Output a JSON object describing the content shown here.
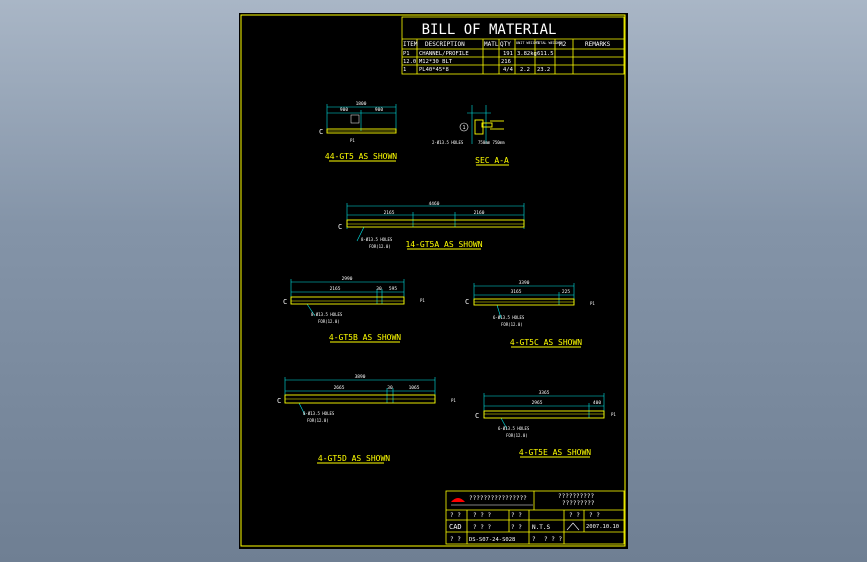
{
  "bom": {
    "title": "BILL OF MATERIAL",
    "headers": [
      "ITEM",
      "DESCRIPTION",
      "MATL",
      "QTY",
      "UNIT WEIGHT",
      "TOTAL WEIGHT",
      "M2",
      "REMARKS"
    ],
    "rows": [
      [
        "P1",
        "CHANNEL/PROFILE",
        "",
        "191",
        "3.82kg",
        "611.5",
        ""
      ],
      [
        "12.0",
        "M12*30 BLT",
        "",
        "216",
        "",
        "",
        ""
      ],
      [
        "1",
        "PL40*45*8",
        "",
        "4/4",
        "2.2",
        "23.2",
        ""
      ]
    ]
  },
  "views": {
    "gt5": {
      "caption": "44-GT5 AS SHOWN",
      "dim_total": "1800",
      "dim_a": "900",
      "dim_b": "900",
      "mark": "C",
      "tag": "P1"
    },
    "section": {
      "caption": "SEC A-A",
      "holes": "2-Ø13.5 HOLES",
      "spacing": "750mm 750mm",
      "mark": "1"
    },
    "gt5a": {
      "caption": "14-GT5A AS SHOWN",
      "dim_total": "4460",
      "dim_a": "2165",
      "dim_b": "2160",
      "mark": "C",
      "holes": "8-Ø13.5 HOLES",
      "holes_note": "FOR(12.0)"
    },
    "gt5b": {
      "caption": "4-GT5B AS SHOWN",
      "dim_total": "2990",
      "dim_a": "2165",
      "dim_b": "30",
      "dim_c": "595",
      "mark": "C",
      "holes": "8-Ø13.5 HOLES",
      "holes_note": "FOR(12.0)",
      "end": "P1"
    },
    "gt5c": {
      "caption": "4-GT5C AS SHOWN",
      "dim_total": "3390",
      "dim_a": "3165",
      "dim_b": "225",
      "mark": "C",
      "holes": "6-Ø13.5 HOLES",
      "holes_note": "FOR(12.0)",
      "end": "P1"
    },
    "gt5d": {
      "caption": "4-GT5D AS SHOWN",
      "dim_total": "3890",
      "dim_a": "2665",
      "dim_b": "30",
      "dim_c": "1065",
      "mark": "C",
      "holes": "8-Ø13.5 HOLES",
      "holes_note": "FOR(12.0)",
      "end": "P1"
    },
    "gt5e": {
      "caption": "4-GT5E AS SHOWN",
      "dim_total": "3365",
      "dim_a": "2965",
      "dim_b": "400",
      "mark": "C",
      "holes": "6-Ø13.5 HOLES",
      "holes_note": "FOR(12.0)",
      "end": "P1"
    }
  },
  "title_block": {
    "company": "????????????????",
    "project": "??????????",
    "drawing": "?????????",
    "cad_label": "CAD",
    "scale": "N.T.S",
    "date": "2007.10.10",
    "q1": "? ? ?",
    "q2": "? ?",
    "drawing_no": "DS-S07-24-S028",
    "sheet": "? ? ?",
    "q_short": "?  ?",
    "q_rev": "?"
  },
  "colors": {
    "sheet_bg": "#000000",
    "border": "#ffff00",
    "dim": "#00e5e5",
    "member": "#ffff00",
    "text": "#ffffff",
    "accent": "#ff0000"
  }
}
